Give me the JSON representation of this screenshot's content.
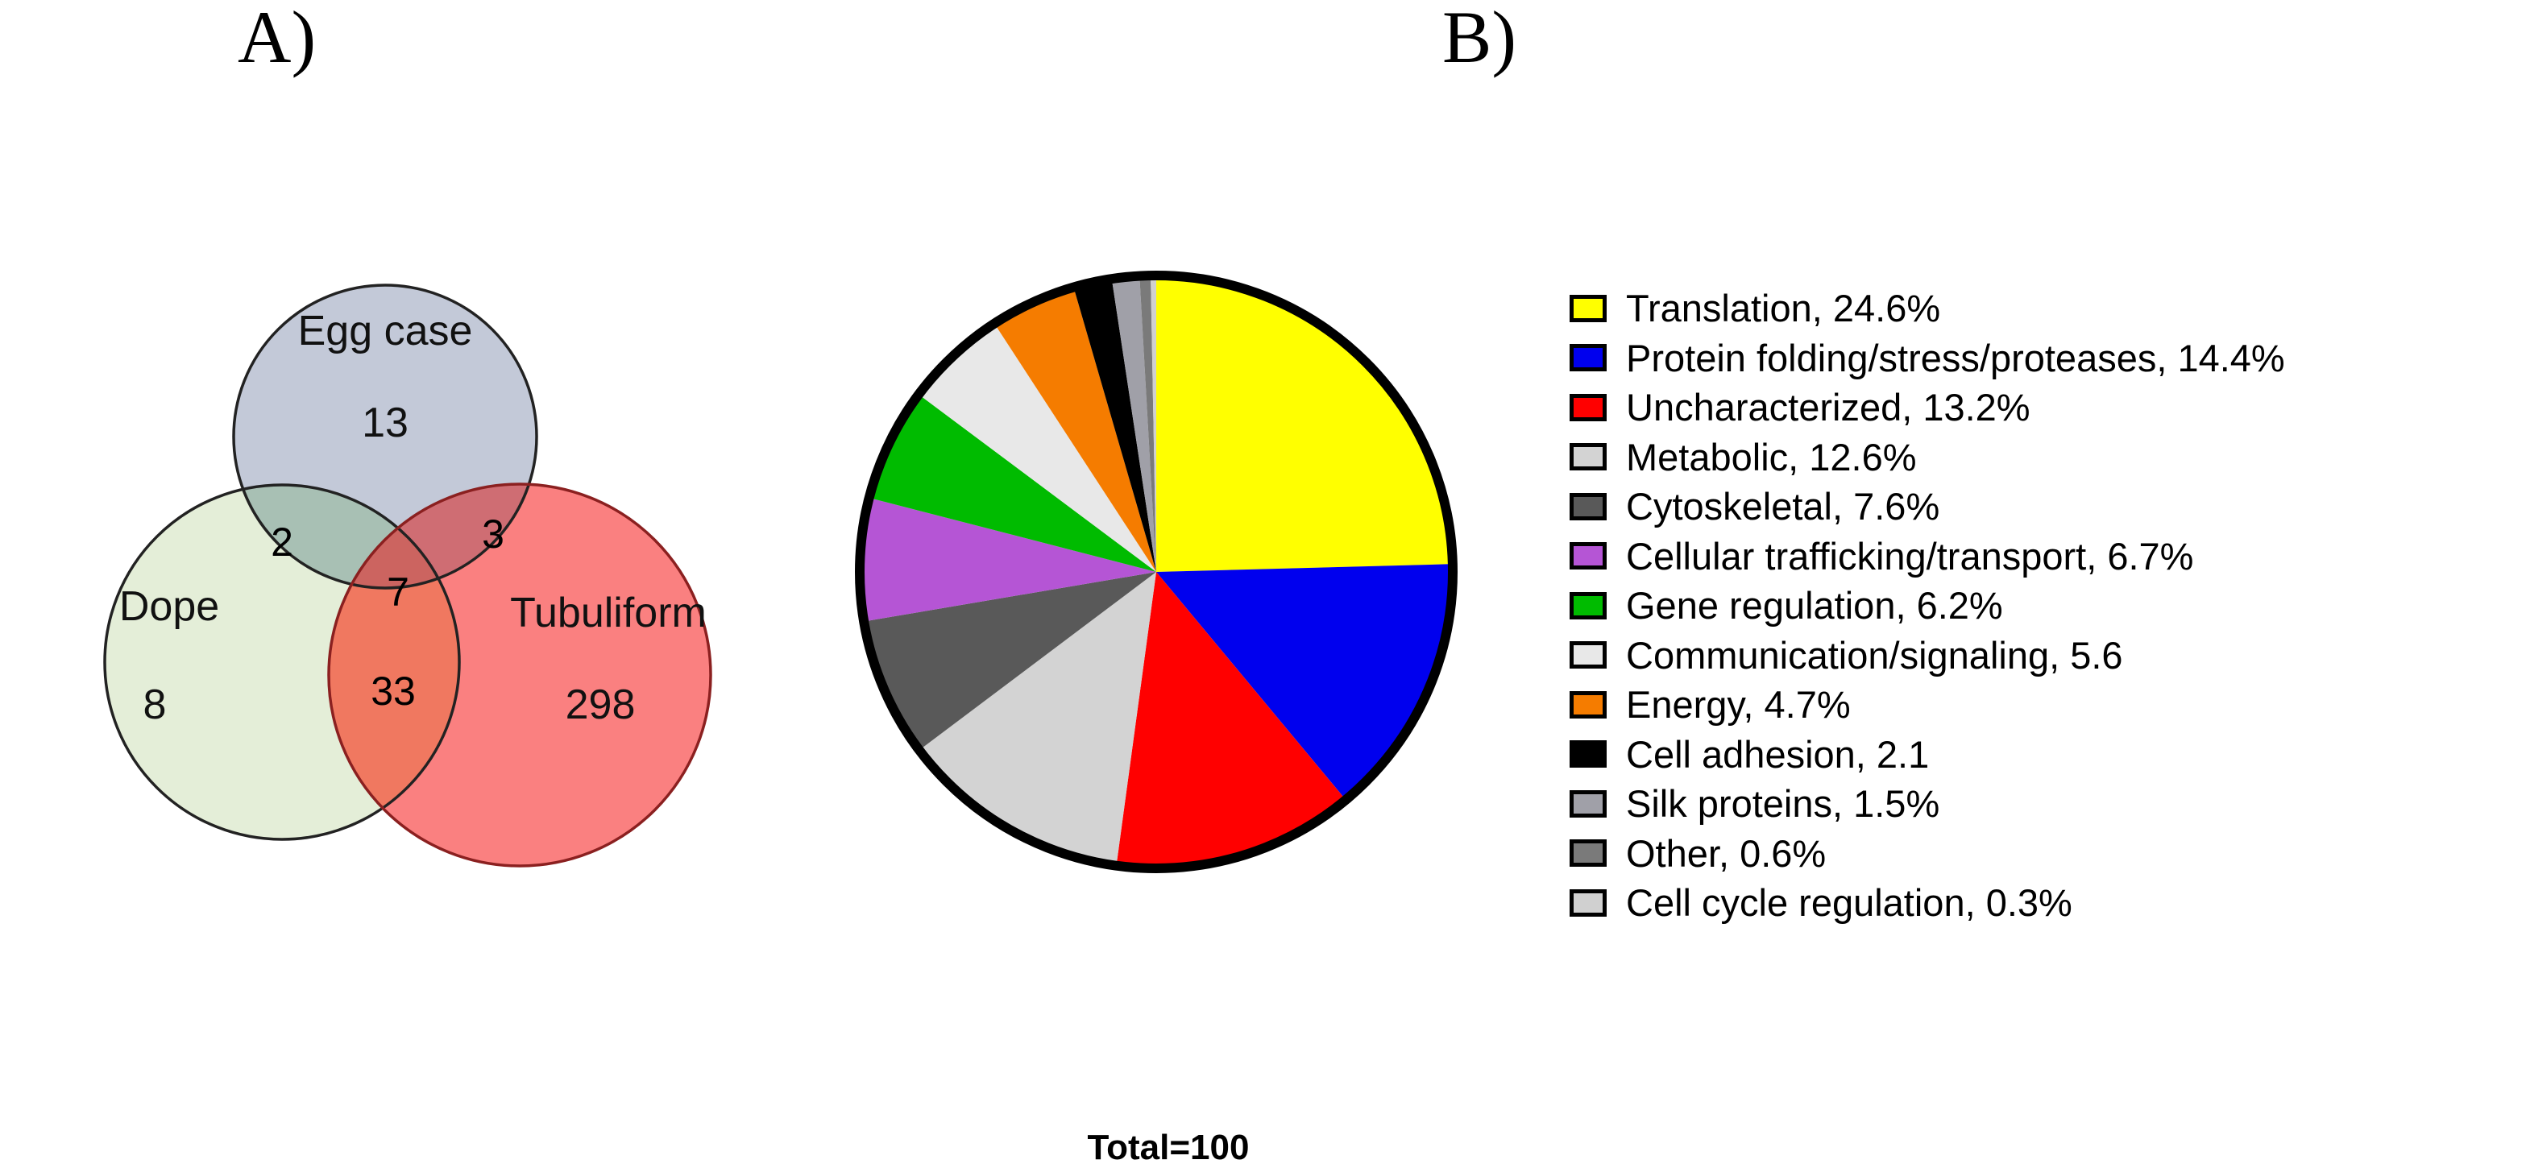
{
  "panels": {
    "a": {
      "label": "A)"
    },
    "b": {
      "label": "B)"
    }
  },
  "venn": {
    "sets": [
      {
        "name": "Egg case",
        "count": "13",
        "color": "#c3c9d8"
      },
      {
        "name": "Dope",
        "count": "8",
        "color": "#e4eed8"
      },
      {
        "name": "Tubuliform",
        "count": "298",
        "color": "#fa8080"
      }
    ],
    "intersections": [
      {
        "name": "egg-case-dope",
        "count": "2"
      },
      {
        "name": "egg-case-tubuliform",
        "count": "3"
      },
      {
        "name": "dope-tubuliform",
        "count": "33"
      },
      {
        "name": "all-three",
        "count": "7"
      }
    ]
  },
  "chart_data": {
    "type": "pie",
    "title": "",
    "total_label": "Total=100",
    "legend_position": "right",
    "categories": [
      "Translation",
      "Protein folding/stress/proteases",
      "Uncharacterized",
      "Metabolic",
      "Cytoskeletal",
      "Cellular trafficking/transport",
      "Gene regulation",
      "Communication/signaling",
      "Energy",
      "Cell adhesion",
      "Silk proteins",
      "Other",
      "Cell cycle regulation"
    ],
    "values": [
      24.6,
      14.4,
      13.2,
      12.6,
      7.6,
      6.7,
      6.2,
      5.6,
      4.7,
      2.1,
      1.5,
      0.6,
      0.3
    ],
    "colors": [
      "#ffff00",
      "#0000ee",
      "#ff0000",
      "#d3d3d3",
      "#595959",
      "#b555d5",
      "#00bb00",
      "#e8e8e8",
      "#f57c00",
      "#000000",
      "#a0a0a8",
      "#7a7a7a",
      "#d0d0d0"
    ],
    "legend_entries": [
      "Translation, 24.6%",
      "Protein folding/stress/proteases, 14.4%",
      "Uncharacterized, 13.2%",
      "Metabolic, 12.6%",
      "Cytoskeletal, 7.6%",
      "Cellular trafficking/transport, 6.7%",
      "Gene regulation, 6.2%",
      "Communication/signaling, 5.6",
      "Energy, 4.7%",
      "Cell adhesion, 2.1",
      "Silk proteins, 1.5%",
      "Other, 0.6%",
      "Cell cycle regulation, 0.3%"
    ]
  }
}
